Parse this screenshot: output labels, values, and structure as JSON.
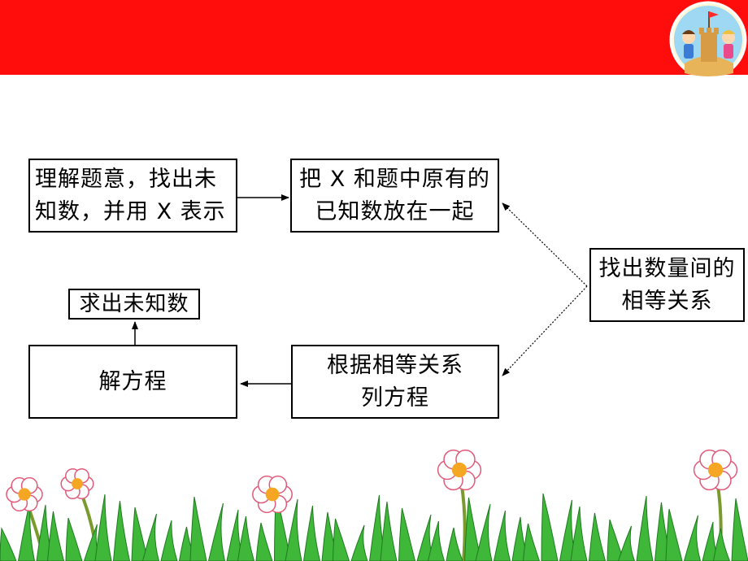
{
  "diagram": {
    "box_understand": {
      "line1": "理解题意，找出未",
      "line2": "知数，并用 X 表示"
    },
    "box_combine": {
      "line1": "把 X 和题中原有的",
      "line2": "已知数放在一起"
    },
    "box_relation": {
      "line1": "找出数量间的",
      "line2": "相等关系"
    },
    "box_equation": {
      "line1": "根据相等关系",
      "line2": "列方程"
    },
    "box_solve_equation": {
      "label": "解方程"
    },
    "box_solve_unknown": {
      "label": "求出未知数"
    }
  },
  "colors": {
    "banner": "#ff0d0d",
    "box_border": "#000000",
    "grass": "#3fb83a",
    "petal": "#ffffff",
    "flower_center": "#f5a623"
  }
}
